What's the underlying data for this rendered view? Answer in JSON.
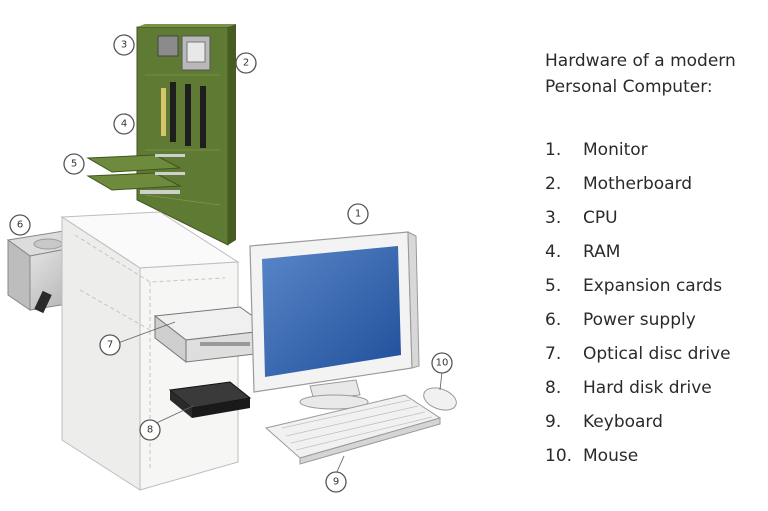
{
  "title": "Hardware of a modern Personal Computer:",
  "components": [
    {
      "number": "1.",
      "label": "Monitor",
      "badge": "1"
    },
    {
      "number": "2.",
      "label": "Motherboard",
      "badge": "2"
    },
    {
      "number": "3.",
      "label": "CPU",
      "badge": "3"
    },
    {
      "number": "4.",
      "label": "RAM",
      "badge": "4"
    },
    {
      "number": "5.",
      "label": "Expansion cards",
      "badge": "5"
    },
    {
      "number": "6.",
      "label": "Power supply",
      "badge": "6"
    },
    {
      "number": "7.",
      "label": "Optical disc drive",
      "badge": "7"
    },
    {
      "number": "8.",
      "label": "Hard disk drive",
      "badge": "8"
    },
    {
      "number": "9.",
      "label": "Keyboard",
      "badge": "9"
    },
    {
      "number": "10.",
      "label": "Mouse",
      "badge": "10"
    }
  ],
  "colors": {
    "motherboard": "#5f7a32",
    "screen": "#2f5fa8",
    "case": "#f4f4f2"
  }
}
